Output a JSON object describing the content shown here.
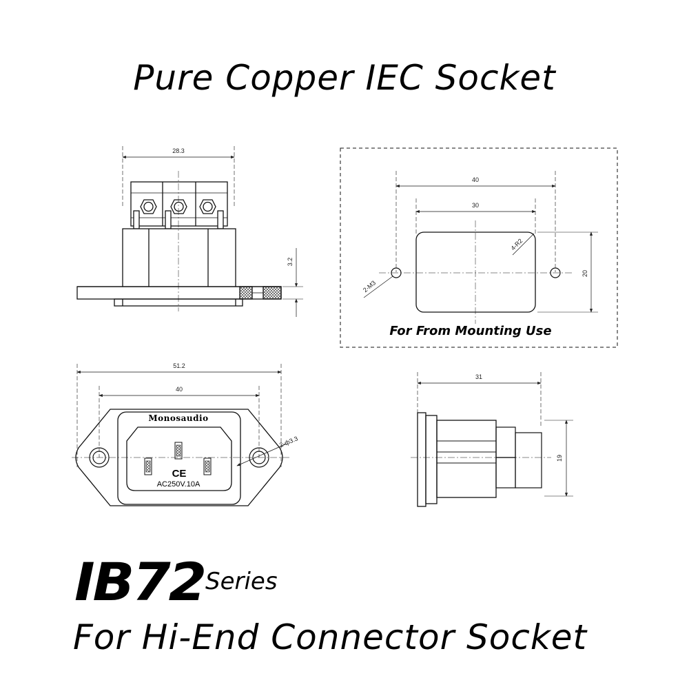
{
  "title": "Pure Copper IEC Socket",
  "model": "IB72",
  "series_label": "Series",
  "subtitle": "For Hi-End Connector Socket",
  "mounting_caption": "For From Mounting Use",
  "brand": "Monosaudio",
  "ce_mark": "CE",
  "rating": "AC250V.10A",
  "dimensions": {
    "side_width": "28.3",
    "flange_thickness": "3.2",
    "cutout_outer": "40",
    "cutout_inner": "30",
    "cutout_height": "20",
    "cutout_radius": "4-R2",
    "cutout_holes": "2-M3",
    "front_total": "51.2",
    "front_holes_spacing": "40",
    "front_hole_dia": "2-ф3.3",
    "profile_depth": "31",
    "profile_height": "19"
  }
}
